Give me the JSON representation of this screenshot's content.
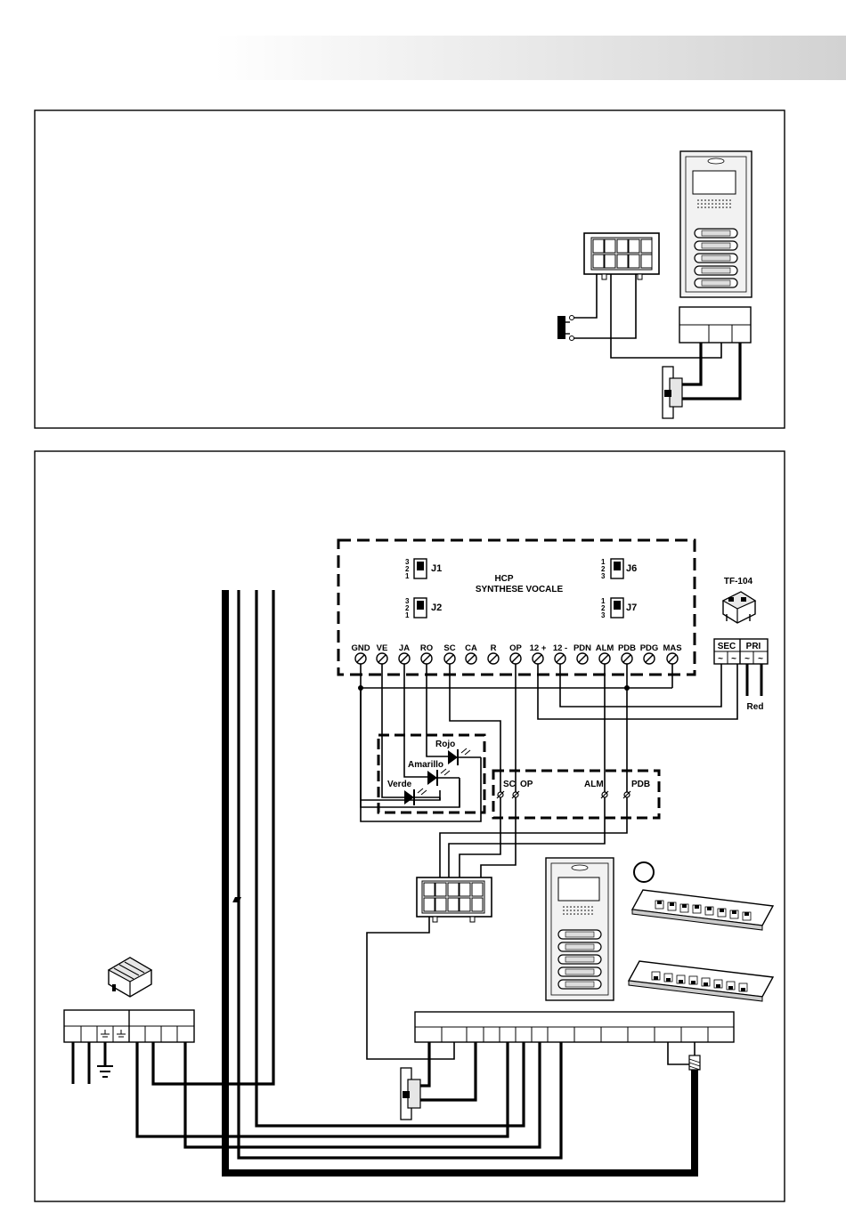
{
  "panel": {
    "jumper_left": [
      "J1",
      "J2"
    ],
    "jumper_right": [
      "J6",
      "J7"
    ],
    "jumper_pins_desc": [
      "3",
      "2",
      "1"
    ],
    "jumper_pins_asc": [
      "1",
      "2",
      "3"
    ],
    "title_line1": "HCP",
    "title_line2": "SYNTHESE VOCALE",
    "terminals": [
      "GND",
      "VE",
      "JA",
      "RO",
      "SC",
      "CA",
      "R",
      "OP",
      "12 +",
      "12 -",
      "PDN",
      "ALM",
      "PDB",
      "PDG",
      "MAS"
    ]
  },
  "transformer": {
    "name": "TF-104",
    "sec_label": "SEC",
    "pri_label": "PRI",
    "ac_symbol": "~",
    "mains_label": "Red"
  },
  "leds": {
    "red": "Rojo",
    "yellow": "Amarillo",
    "green": "Verde"
  },
  "contacts": [
    "SC",
    "OP",
    "ALM",
    "PDB"
  ],
  "colors": {
    "line": "#000000",
    "panel_fill": "#f2f2f2",
    "gradient_end": "#d2d2d2"
  }
}
